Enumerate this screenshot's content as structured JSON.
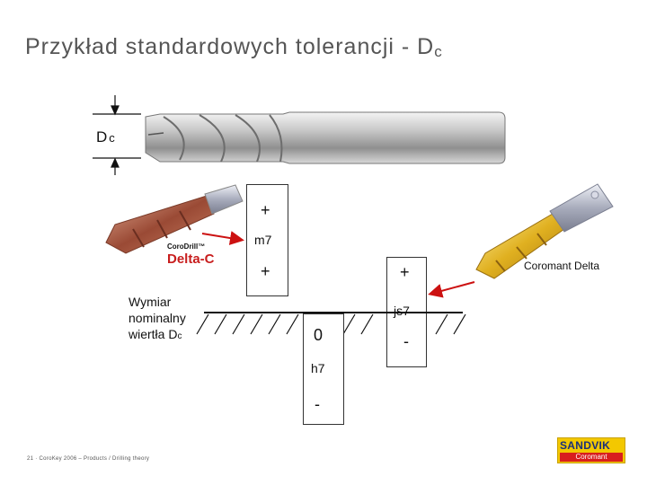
{
  "title": {
    "main": "Przykład standardowych tolerancji - D",
    "sub": "c"
  },
  "dc_label": {
    "main": "D",
    "sub": "c"
  },
  "m7_box": {
    "plus": "+",
    "name": "m7",
    "plus2": "+"
  },
  "js7_box": {
    "plus": "+",
    "name": "js7",
    "minus": "-"
  },
  "h7_box": {
    "zero": "0",
    "name": "h7",
    "minus": "-"
  },
  "nominal_label": {
    "line1": "Wymiar",
    "line2": "nominalny",
    "line3": "wiertła D",
    "sub": "c"
  },
  "product_left": {
    "brand": "CoroDrill™",
    "name": "Delta-C"
  },
  "product_right": {
    "label": "Coromant Delta"
  },
  "footer": "21 · CoroKey 2006 – Products / Drilling theory",
  "logo": {
    "top": "SANDVIK",
    "bottom": "Coromant"
  },
  "colors": {
    "arrow": "#cc1111",
    "title": "#555555",
    "logo_yellow": "#f3c800",
    "logo_red": "#d81e1e"
  }
}
